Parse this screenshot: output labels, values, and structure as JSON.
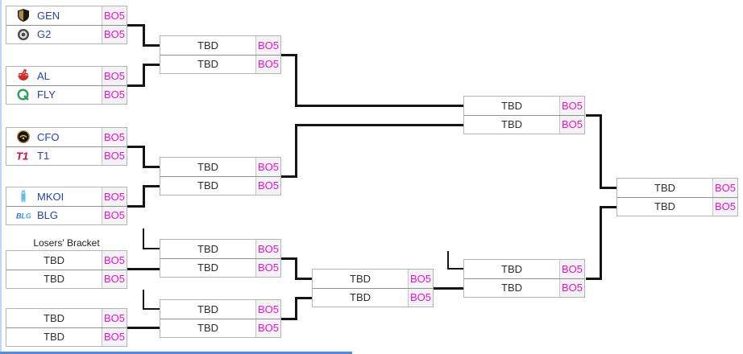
{
  "labels": {
    "losers_bracket": "Losers' Bracket"
  },
  "colors": {
    "team_link": "#2443b0",
    "format_badge_text": "#ee10cf",
    "format_badge_bg": "#f3f3f6",
    "connector": "#151515",
    "left_edge_stripe": "#bdd7f3",
    "bottom_edge_bar": "#4a90e2"
  },
  "matches": {
    "ub_qf1": {
      "rows": [
        {
          "team": "GEN",
          "icon": "gen-logo",
          "format": "BO5"
        },
        {
          "team": "G2",
          "icon": "g2-logo",
          "format": "BO5"
        }
      ]
    },
    "ub_qf2": {
      "rows": [
        {
          "team": "AL",
          "icon": "al-logo",
          "format": "BO5"
        },
        {
          "team": "FLY",
          "icon": "fly-logo",
          "format": "BO5"
        }
      ]
    },
    "ub_qf3": {
      "rows": [
        {
          "team": "CFO",
          "icon": "cfo-logo",
          "format": "BO5"
        },
        {
          "team": "T1",
          "icon": "t1-logo",
          "format": "BO5"
        }
      ]
    },
    "ub_qf4": {
      "rows": [
        {
          "team": "MKOI",
          "icon": "mkoi-logo",
          "format": "BO5"
        },
        {
          "team": "BLG",
          "icon": "blg-logo",
          "format": "BO5"
        }
      ]
    },
    "ub_sf1": {
      "rows": [
        {
          "team": "TBD",
          "format": "BO5"
        },
        {
          "team": "TBD",
          "format": "BO5"
        }
      ]
    },
    "ub_sf2": {
      "rows": [
        {
          "team": "TBD",
          "format": "BO5"
        },
        {
          "team": "TBD",
          "format": "BO5"
        }
      ]
    },
    "ub_final": {
      "rows": [
        {
          "team": "TBD",
          "format": "BO5"
        },
        {
          "team": "TBD",
          "format": "BO5"
        }
      ]
    },
    "grand_final": {
      "rows": [
        {
          "team": "TBD",
          "format": "BO5"
        },
        {
          "team": "TBD",
          "format": "BO5"
        }
      ]
    },
    "lb_r1m1": {
      "rows": [
        {
          "team": "TBD",
          "format": "BO5"
        },
        {
          "team": "TBD",
          "format": "BO5"
        }
      ]
    },
    "lb_r1m2": {
      "rows": [
        {
          "team": "TBD",
          "format": "BO5"
        },
        {
          "team": "TBD",
          "format": "BO5"
        }
      ]
    },
    "lb_qf1": {
      "rows": [
        {
          "team": "TBD",
          "format": "BO5"
        },
        {
          "team": "TBD",
          "format": "BO5"
        }
      ]
    },
    "lb_qf2": {
      "rows": [
        {
          "team": "TBD",
          "format": "BO5"
        },
        {
          "team": "TBD",
          "format": "BO5"
        }
      ]
    },
    "lb_sf": {
      "rows": [
        {
          "team": "TBD",
          "format": "BO5"
        },
        {
          "team": "TBD",
          "format": "BO5"
        }
      ]
    },
    "lb_final": {
      "rows": [
        {
          "team": "TBD",
          "format": "BO5"
        },
        {
          "team": "TBD",
          "format": "BO5"
        }
      ]
    }
  }
}
